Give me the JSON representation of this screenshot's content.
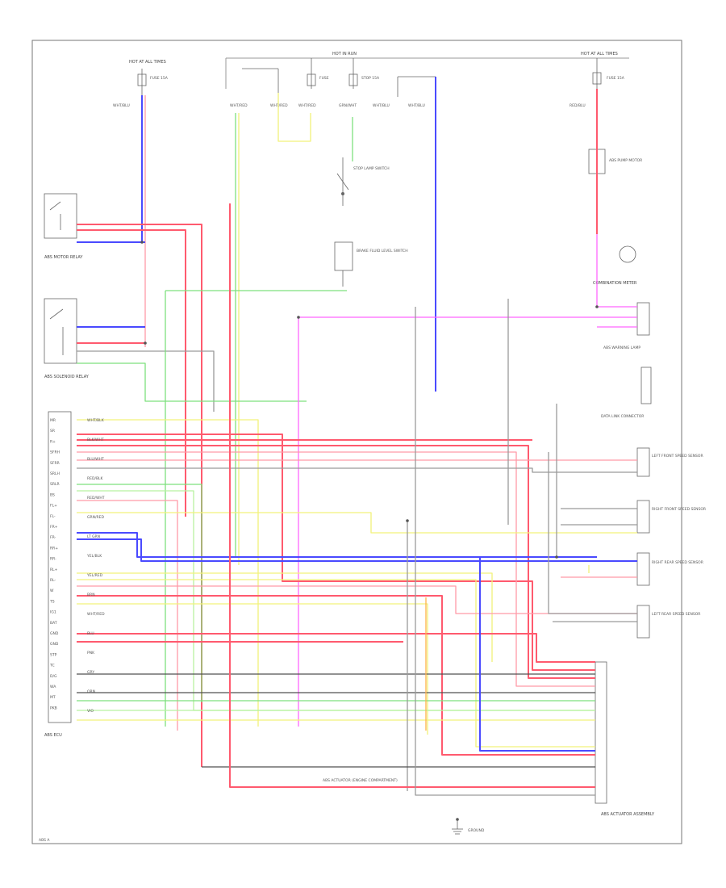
{
  "colors": {
    "red": "#ff5a6e",
    "pink": "#ff9aa8",
    "blue": "#4a4aff",
    "light_blue": "#9a9aff",
    "green": "#7ee07e",
    "light_green": "#b8f2a0",
    "yellow": "#f2f27a",
    "magenta": "#ff66ff",
    "orange": "#ffb24a",
    "gray": "#9a9a9a",
    "dark": "#505050"
  },
  "components": {
    "hot_at_all_times_left": "HOT AT ALL TIMES",
    "hot_in_run": "HOT IN RUN",
    "hot_at_all_times_right": "HOT AT ALL TIMES",
    "fuse_left": "FUSE 15A",
    "fuse_center": "FUSE",
    "fuse_stop": "STOP 15A",
    "fuse_right": "FUSE 15A",
    "opener_relay": "ABS MOTOR RELAY",
    "solenoid_relay": "ABS SOLENOID RELAY",
    "brake_switch": "STOP LAMP SWITCH",
    "brake_fluid": "BRAKE FLUID LEVEL SWITCH",
    "pump_motor": "ABS PUMP MOTOR",
    "actuator": "ABS ACTUATOR ASSEMBLY",
    "warning": "ABS WARNING LAMP",
    "combination_meter": "COMBINATION METER",
    "data_link": "DATA LINK CONNECTOR",
    "front_left_sensor": "LEFT FRONT SPEED SENSOR",
    "front_right_sensor": "RIGHT FRONT SPEED SENSOR",
    "rear_right_sensor": "RIGHT REAR SPEED SENSOR",
    "rear_left_sensor": "LEFT REAR SPEED SENSOR",
    "ecu": "ABS ECU",
    "actuator_bottom": "ABS ACTUATOR ASSEMBLY",
    "ground": "GROUND",
    "bottom_splice": "ABS ACTUATOR (ENGINE COMPARTMENT)",
    "footer_code": "ABS A"
  },
  "ecu_pins": [
    "MR",
    "SR",
    "R+",
    "SFRH",
    "SFRR",
    "SRLH",
    "SRLR",
    "BS",
    "FL+",
    "FL-",
    "FR+",
    "FR-",
    "RR+",
    "RR-",
    "RL+",
    "RL-",
    "W",
    "TS",
    "IG1",
    "BAT",
    "GND",
    "GND",
    "STP",
    "TC",
    "D/G",
    "WA",
    "MT",
    "PKB"
  ],
  "wire_colors": [
    "WHT/BLK",
    "BLK/WHT",
    "BLU/WHT",
    "RED/BLK",
    "RED/WHT",
    "GRN/RED",
    "LT GRN",
    "YEL/BLK",
    "YEL/RED",
    "BRN",
    "WHT/RED",
    "BLU",
    "PNK",
    "GRY",
    "ORN",
    "VIO"
  ]
}
